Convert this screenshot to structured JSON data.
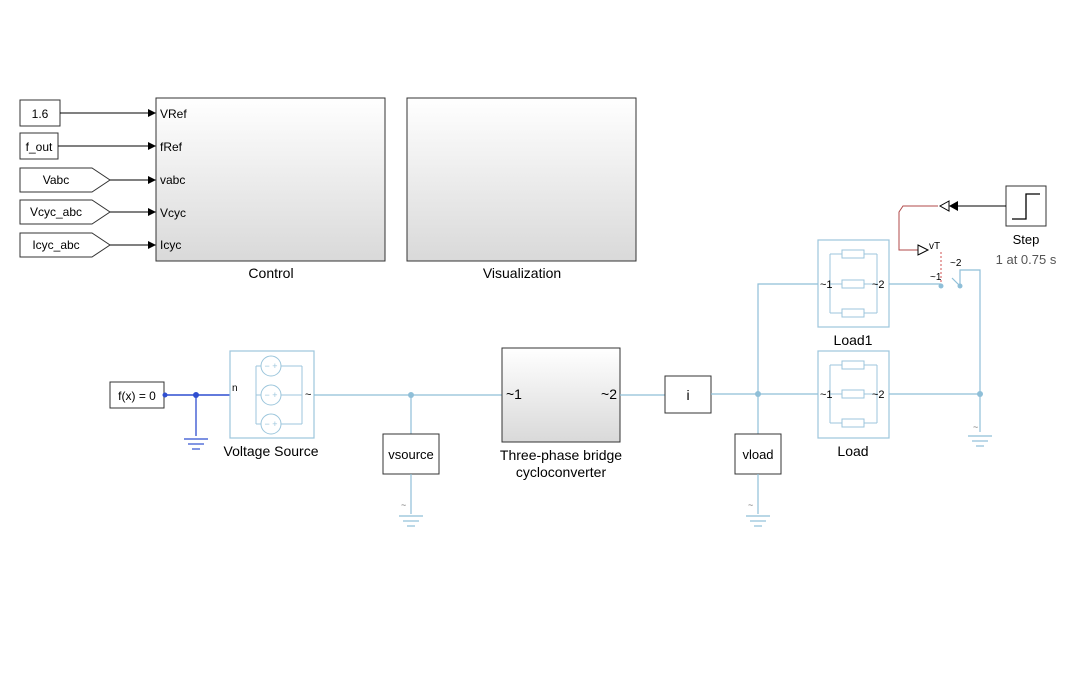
{
  "inputs": {
    "const_vref": "1.6",
    "const_fout": "f_out",
    "goto_vabc": "Vabc",
    "goto_vcyc": "Vcyc_abc",
    "goto_icyc": "Icyc_abc"
  },
  "control": {
    "label": "Control",
    "ports": [
      "VRef",
      "fRef",
      "vabc",
      "Vcyc",
      "Icyc"
    ]
  },
  "visualization": {
    "label": "Visualization"
  },
  "step": {
    "label": "Step",
    "sublabel": "1 at 0.75 s"
  },
  "switch": {
    "port_vt": "vT",
    "port_1": "~1",
    "port_2": "~2"
  },
  "load1": {
    "label": "Load1",
    "port_1": "~1",
    "port_2": "~2"
  },
  "load": {
    "label": "Load",
    "port_1": "~1",
    "port_2": "~2"
  },
  "source": {
    "solver_label": "f(x) = 0",
    "label": "Voltage Source",
    "neutral": "n",
    "out": "~"
  },
  "vsource": {
    "label": "vsource"
  },
  "converter": {
    "label_line1": "Three-phase bridge",
    "label_line2": "cycloconverter",
    "port_1": "~1",
    "port_2": "~2"
  },
  "current_sensor": {
    "label": "i"
  },
  "vload": {
    "label": "vload"
  },
  "ground_symbol": "~",
  "colors": {
    "wire_signal": "#000000",
    "wire_conn": "#8fbfd8",
    "wire_neutral": "#2f4fd0",
    "wire_pwr": "#b04a4a",
    "block_border": "#333333",
    "physical_block": "#9cc6dc"
  }
}
